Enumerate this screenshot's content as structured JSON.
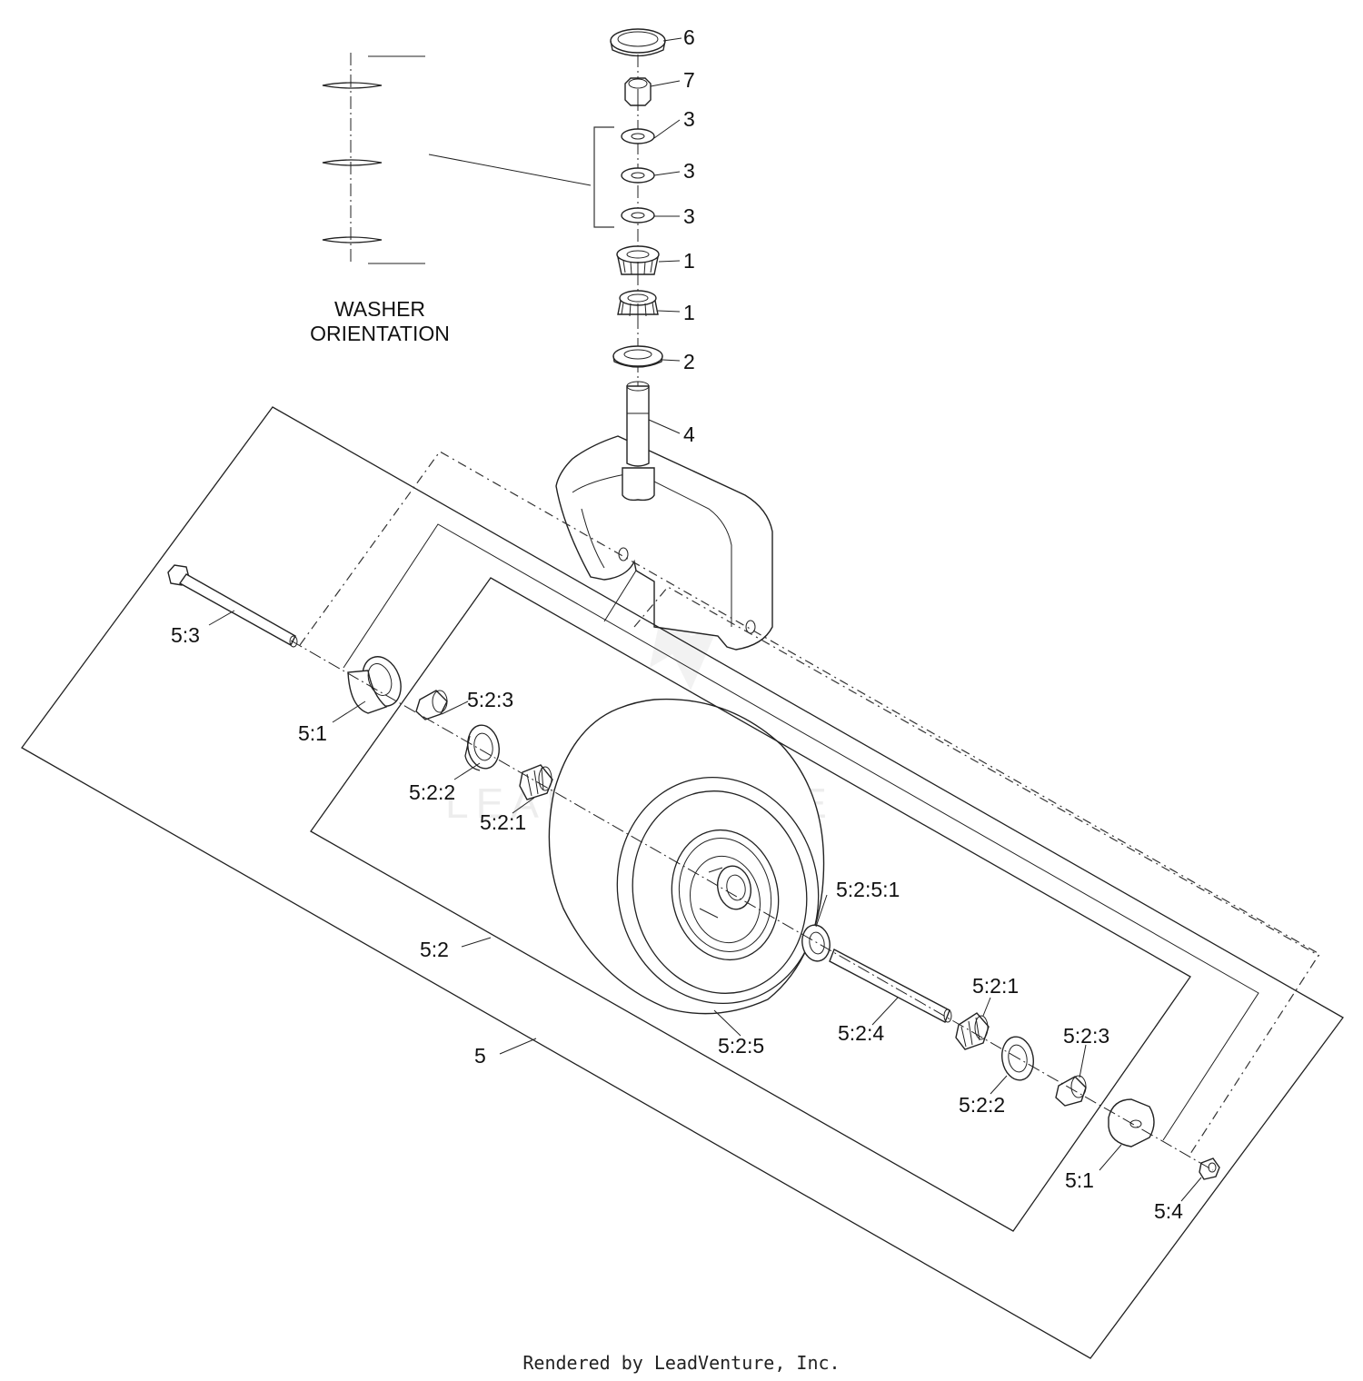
{
  "diagram": {
    "washer_orientation": {
      "line1": "WASHER",
      "line2": "ORIENTATION"
    },
    "callouts": {
      "c6": "6",
      "c7": "7",
      "c3a": "3",
      "c3b": "3",
      "c3c": "3",
      "c1a": "1",
      "c1b": "1",
      "c2": "2",
      "c4": "4",
      "c53": "5:3",
      "c51_left": "5:1",
      "c523_left": "5:2:3",
      "c522_left": "5:2:2",
      "c521_left": "5:2:1",
      "c5251": "5:2:5:1",
      "c52": "5:2",
      "c5": "5",
      "c525": "5:2:5",
      "c524": "5:2:4",
      "c521_right": "5:2:1",
      "c522_right": "5:2:2",
      "c523_right": "5:2:3",
      "c51_right": "5:1",
      "c54": "5:4"
    },
    "watermark": "LEADVENTURE"
  },
  "footer": {
    "rendered_by": "Rendered by LeadVenture, Inc."
  }
}
